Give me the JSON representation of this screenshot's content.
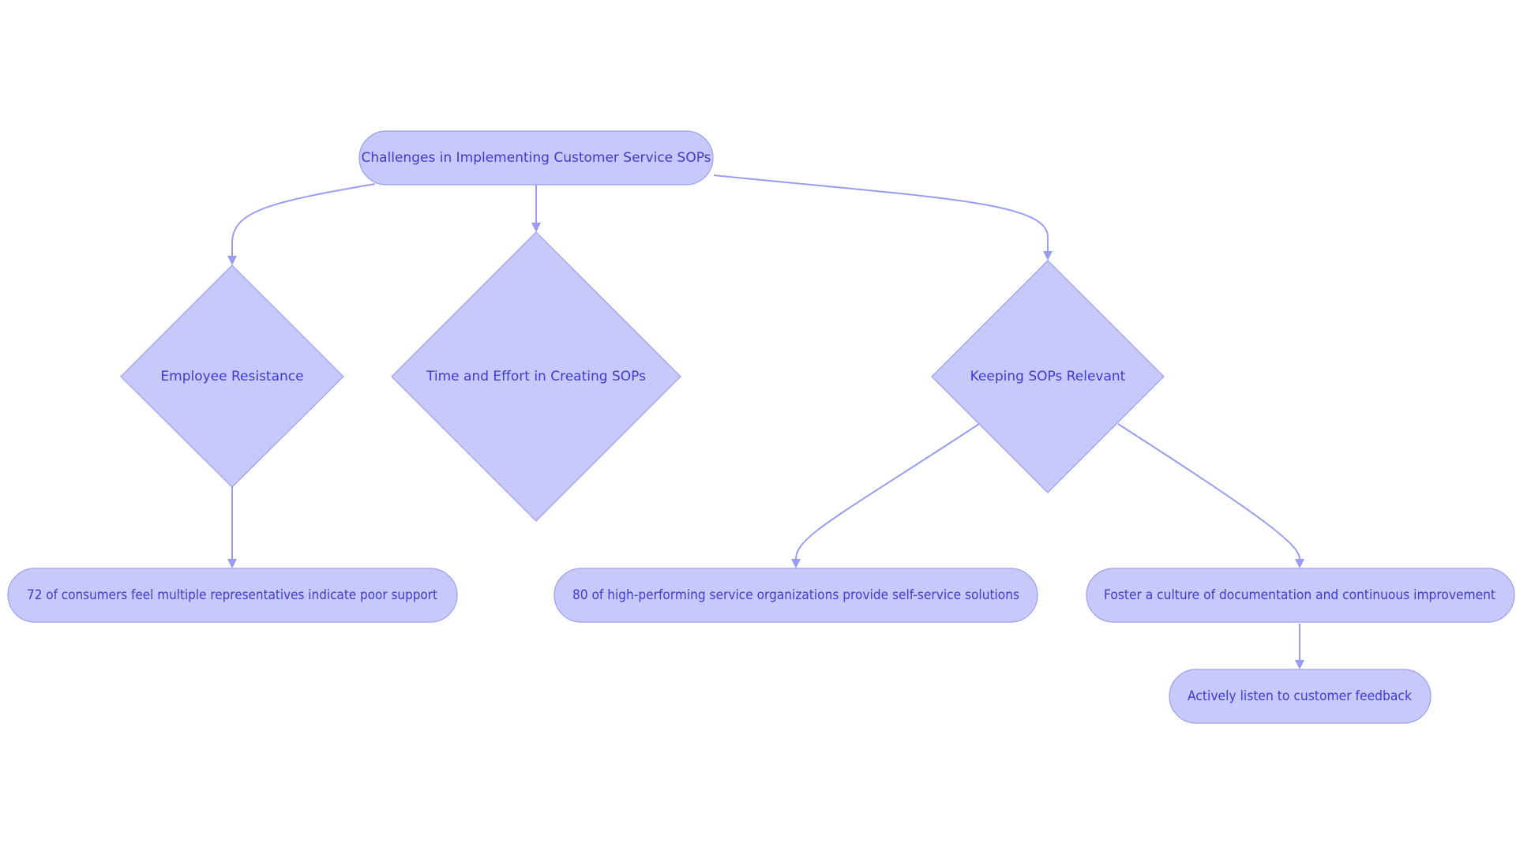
{
  "diagram": {
    "colors": {
      "node_fill": "#c8c9fb",
      "node_stroke": "#9c9ef0",
      "edge": "#9a9cf0",
      "text": "#3f3ad1",
      "background": "#ffffff"
    },
    "nodes": {
      "root": {
        "label": "Challenges in Implementing Customer Service SOPs",
        "shape": "pill"
      },
      "employee_resistance": {
        "label": "Employee Resistance",
        "shape": "diamond"
      },
      "time_effort": {
        "label": "Time and Effort in Creating SOPs",
        "shape": "diamond"
      },
      "keeping_relevant": {
        "label": "Keeping SOPs Relevant",
        "shape": "diamond"
      },
      "consumers_stat": {
        "label": "72 of consumers feel multiple representatives indicate poor support",
        "shape": "pill"
      },
      "self_service_stat": {
        "label": "80 of high-performing service organizations provide self-service solutions",
        "shape": "pill"
      },
      "culture": {
        "label": "Foster a culture of documentation and continuous improvement",
        "shape": "pill"
      },
      "feedback": {
        "label": "Actively listen to customer feedback",
        "shape": "pill"
      }
    },
    "edges": [
      {
        "from": "root",
        "to": "employee_resistance"
      },
      {
        "from": "root",
        "to": "time_effort"
      },
      {
        "from": "root",
        "to": "keeping_relevant"
      },
      {
        "from": "employee_resistance",
        "to": "consumers_stat"
      },
      {
        "from": "keeping_relevant",
        "to": "self_service_stat"
      },
      {
        "from": "keeping_relevant",
        "to": "culture"
      },
      {
        "from": "culture",
        "to": "feedback"
      }
    ]
  }
}
